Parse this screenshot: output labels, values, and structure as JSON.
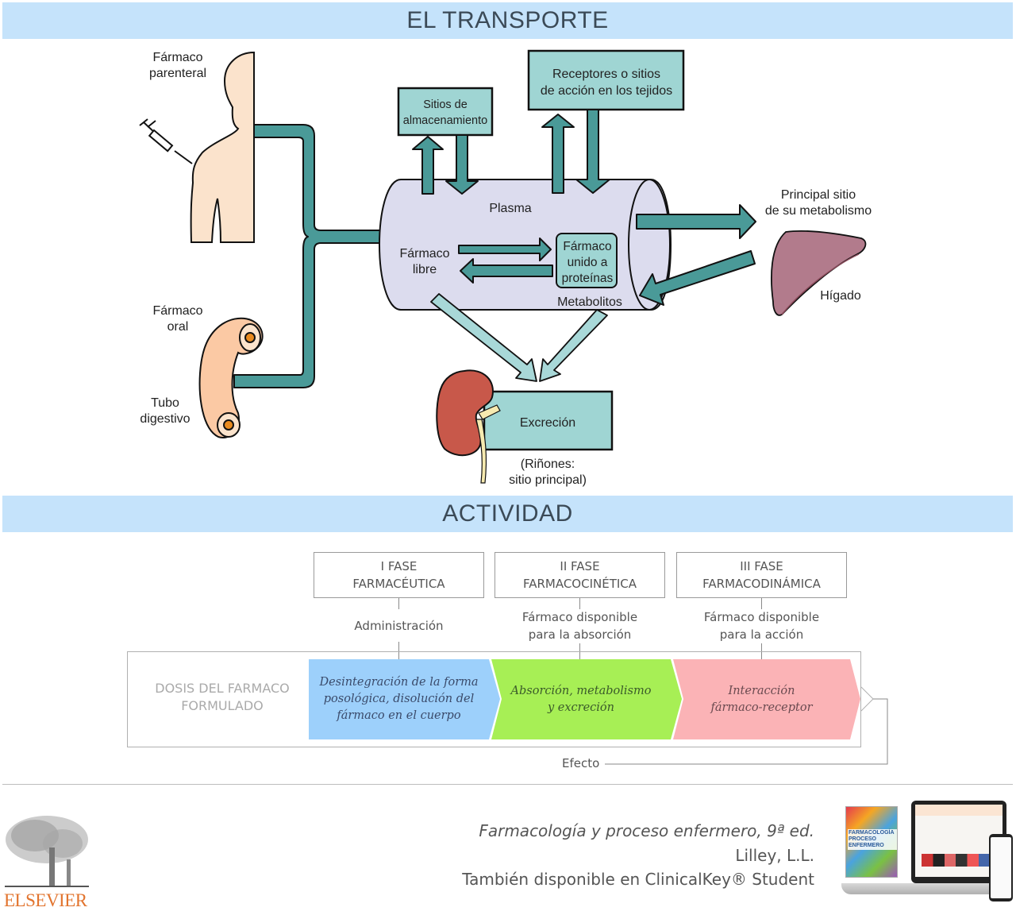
{
  "sections": {
    "transport_title": "EL TRANSPORTE",
    "activity_title": "ACTIVIDAD"
  },
  "transport_diagram": {
    "parenteral_label": [
      "Fármaco",
      "parenteral"
    ],
    "oral_label": [
      "Fármaco",
      "oral"
    ],
    "gut_label": [
      "Tubo",
      "digestivo"
    ],
    "storage_box": [
      "Sitios de",
      "almacenamiento"
    ],
    "receptor_box": [
      "Receptores o sitios",
      "de acción en los tejidos"
    ],
    "plasma_label": "Plasma",
    "free_drug_label": [
      "Fármaco",
      "libre"
    ],
    "bound_drug_box": [
      "Fármaco",
      "unido a",
      "proteínas"
    ],
    "metabolites_label": "Metabolitos",
    "liver_site_label": [
      "Principal sitio",
      "de su metabolismo"
    ],
    "liver_label": "Hígado",
    "excretion_box": "Excreción",
    "kidney_label": [
      "(Riñones:",
      "sitio principal)"
    ],
    "colors": {
      "arrow_teal": "#4a9a98",
      "arrow_light": "#a8d8d8",
      "box_fill": "#9fd5d3",
      "plasma_fill": "#dcdcee",
      "skin": "#fbe3cc",
      "liver": "#b27b8c",
      "kidney": "#c8584a"
    }
  },
  "activity": {
    "phases": [
      {
        "line1": "I FASE",
        "line2": "FARMACÉUTICA",
        "note": [
          "Administración"
        ]
      },
      {
        "line1": "II FASE",
        "line2": "FARMACOCINÉTICA",
        "note": [
          "Fármaco disponible",
          "para la absorción"
        ]
      },
      {
        "line1": "III FASE",
        "line2": "FARMACODINÁMICA",
        "note": [
          "Fármaco disponible",
          "para la acción"
        ]
      }
    ],
    "dose_label": [
      "DOSIS DEL FARMACO",
      "FORMULADO"
    ],
    "stages": [
      {
        "lines": [
          "Desintegración de la forma",
          "posológica, disolución del",
          "fármaco en el cuerpo"
        ],
        "color": "#9dd0fb"
      },
      {
        "lines": [
          "Absorción, metabolismo",
          "y excreción"
        ],
        "color": "#a7ef55"
      },
      {
        "lines": [
          "Interacción",
          "fármaco-receptor"
        ],
        "color": "#fbb3b6"
      }
    ],
    "effect_label": "Efecto"
  },
  "footer": {
    "book_title": "Farmacología y proceso enfermero, 9ª ed.",
    "author": "Lilley, L.L.",
    "availability": "También disponible en ClinicalKey® Student",
    "publisher": "ELSEVIER",
    "publisher_color": "#e2742e",
    "cover_title": [
      "FARMACOLOGÍA",
      "PROCESO",
      "ENFERMERO"
    ]
  }
}
